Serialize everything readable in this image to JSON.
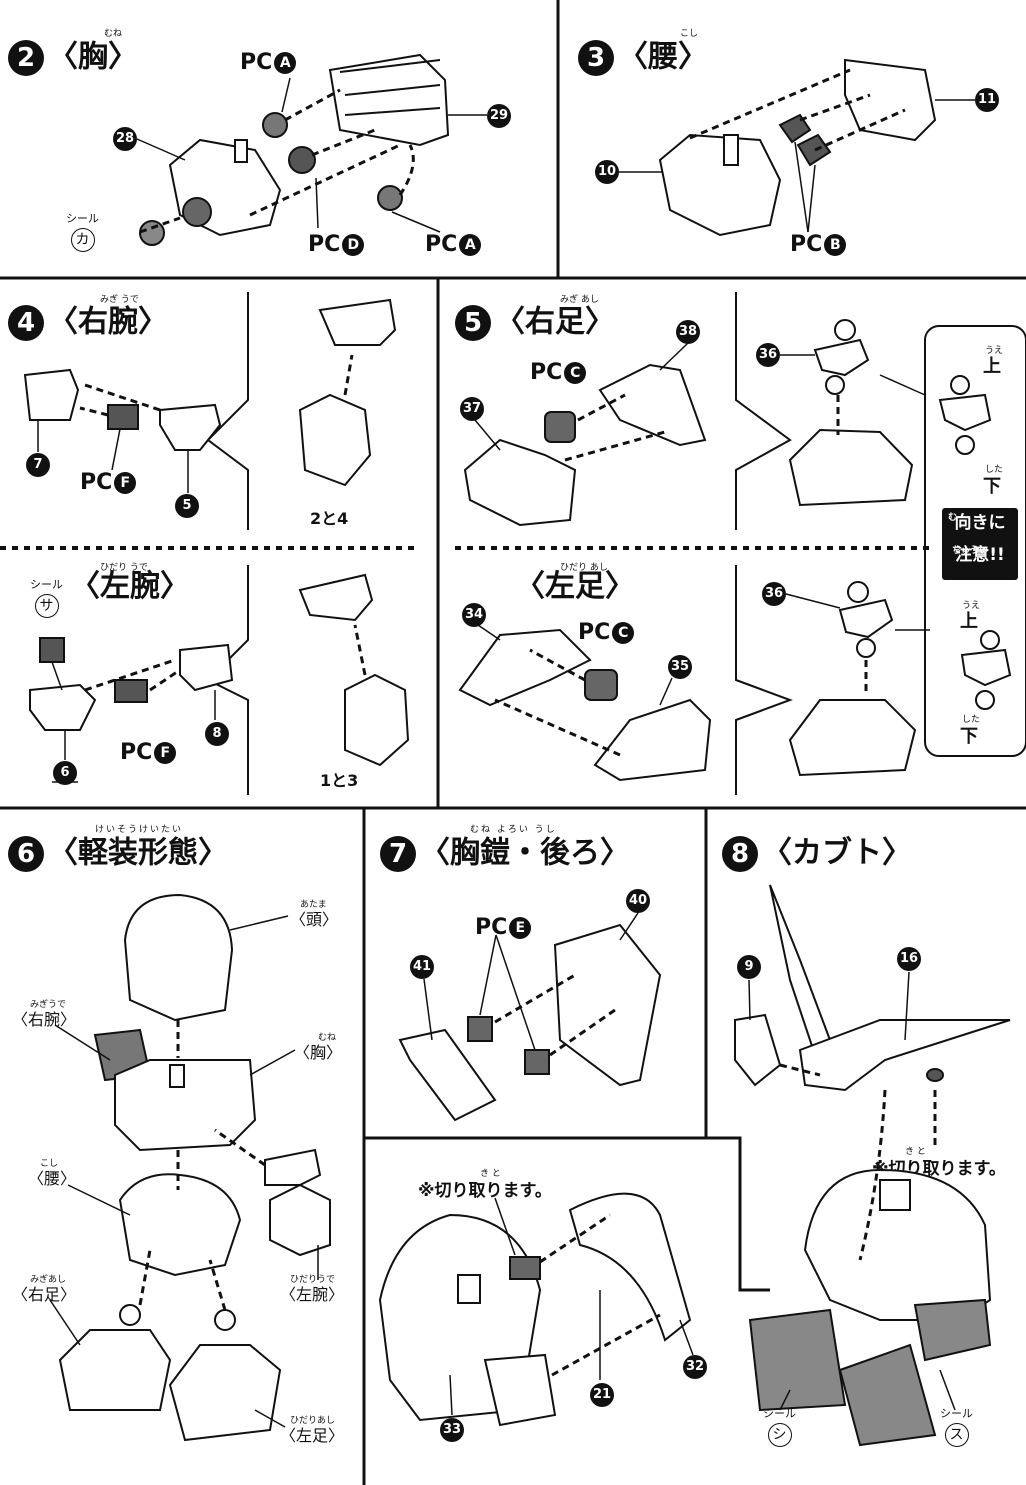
{
  "steps": {
    "s2": {
      "num": "2",
      "title": "〈胸〉",
      "ruby": "むね",
      "pc_a1": "PC",
      "pc_a1_code": "A",
      "pc_d": "PC",
      "pc_d_code": "D",
      "pc_a2": "PC",
      "pc_a2_code": "A",
      "part_28": "28",
      "part_29": "29",
      "seal_label": "シール",
      "seal_code": "カ"
    },
    "s3": {
      "num": "3",
      "title": "〈腰〉",
      "ruby": "こし",
      "part_10": "10",
      "part_11": "11",
      "pc_b": "PC",
      "pc_b_code": "B"
    },
    "s4": {
      "num": "4",
      "title": "〈右腕〉",
      "ruby": "みぎ うで",
      "part_7": "7",
      "part_5": "5",
      "pc_f": "PC",
      "pc_f_code": "F",
      "joint": "2と4"
    },
    "s4b": {
      "title": "〈左腕〉",
      "ruby": "ひだり うで",
      "seal_label": "シール",
      "seal_code": "サ",
      "part_6": "6",
      "part_8": "8",
      "pc_f": "PC",
      "pc_f_code": "F",
      "joint": "1と3"
    },
    "s5": {
      "num": "5",
      "title": "〈右足〉",
      "ruby": "みぎ あし",
      "pc_c": "PC",
      "pc_c_code": "C",
      "part_37": "37",
      "part_38": "38",
      "part_36": "36",
      "up": "上",
      "up_ruby": "うえ",
      "down": "下",
      "down_ruby": "した"
    },
    "s5b": {
      "title": "〈左足〉",
      "ruby": "ひだり あし",
      "pc_c": "PC",
      "pc_c_code": "C",
      "part_34": "34",
      "part_35": "35",
      "part_36": "36",
      "up": "上",
      "up_ruby": "うえ",
      "down": "下",
      "down_ruby": "した"
    },
    "caution": {
      "line1": "向きに",
      "line2": "注意!!",
      "ruby1": "む",
      "ruby2": "ちゅうい"
    },
    "s6": {
      "num": "6",
      "title": "〈軽装形態〉",
      "ruby": "けいそうけいたい",
      "head": "〈頭〉",
      "head_ruby": "あたま",
      "right_arm": "〈右腕〉",
      "right_arm_ruby": "みぎうで",
      "chest": "〈胸〉",
      "chest_ruby": "むね",
      "waist": "〈腰〉",
      "waist_ruby": "こし",
      "right_leg": "〈右足〉",
      "right_leg_ruby": "みぎあし",
      "left_arm": "〈左腕〉",
      "left_arm_ruby": "ひだりうで",
      "left_leg": "〈左足〉",
      "left_leg_ruby": "ひだりあし"
    },
    "s7": {
      "num": "7",
      "title": "〈胸鎧・後ろ〉",
      "ruby": "むね よろい うし",
      "pc_e": "PC",
      "pc_e_code": "E",
      "part_40": "40",
      "part_41": "41",
      "cut_note": "※切り取ります。",
      "cut_ruby": "き と",
      "part_21": "21",
      "part_32": "32",
      "part_33": "33"
    },
    "s8": {
      "num": "8",
      "title": "〈カブト〉",
      "part_9": "9",
      "part_16": "16",
      "cut_note": "※切り取ります。",
      "cut_ruby": "き と",
      "seal_label_1": "シール",
      "seal_code_1": "シ",
      "seal_label_2": "シール",
      "seal_code_2": "ス"
    }
  }
}
